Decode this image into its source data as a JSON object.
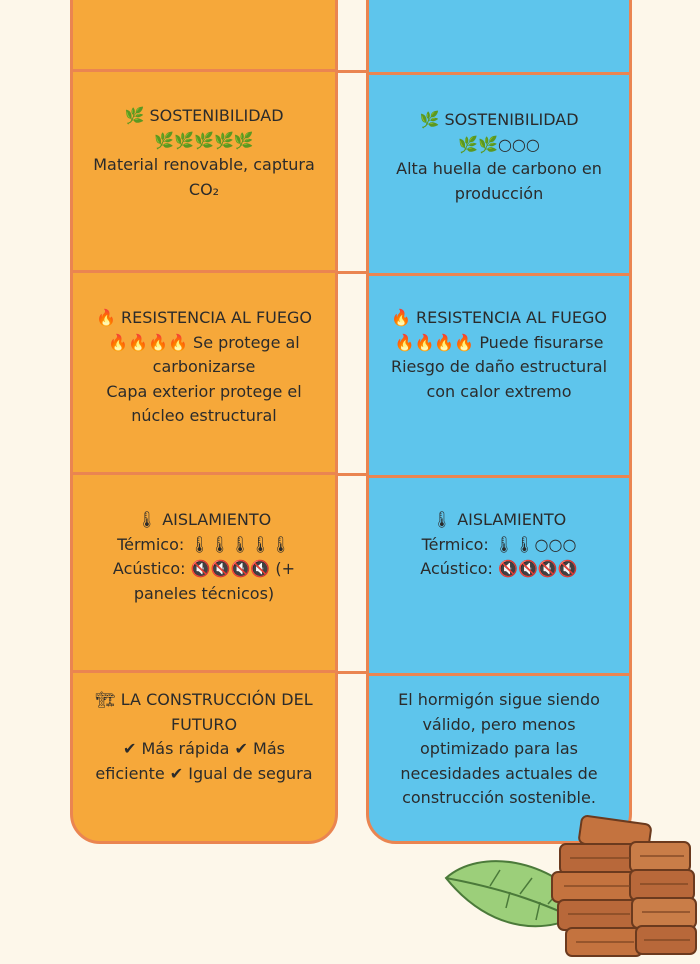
{
  "left": {
    "sostenibilidad": {
      "icon": "🌿",
      "title": "SOSTENIBILIDAD",
      "rating": "🌿🌿🌿🌿🌿",
      "text": "Material renovable, captura CO₂"
    },
    "fuego": {
      "icon": "🔥",
      "title": "RESISTENCIA AL FUEGO",
      "rating": "🔥🔥🔥🔥",
      "rating_text": "Se protege al carbonizarse",
      "text": "Capa exterior protege el núcleo estructural"
    },
    "aislamiento": {
      "icon": "🌡",
      "title": "AISLAMIENTO",
      "termico_label": "Térmico:",
      "termico_rating": "🌡🌡🌡🌡🌡",
      "acustico_label": "Acústico:",
      "acustico_rating": "🔇🔇🔇🔇",
      "acustico_text": "(+ paneles técnicos)"
    },
    "futuro": {
      "icon": "🏗",
      "title": "LA CONSTRUCCIÓN DEL FUTURO",
      "text": "✔ Más rápida ✔ Más eficiente ✔ Igual de segura"
    }
  },
  "right": {
    "sostenibilidad": {
      "icon": "🌿",
      "title": "SOSTENIBILIDAD",
      "rating": "🌿🌿○○○",
      "text": "Alta huella de carbono en producción"
    },
    "fuego": {
      "icon": "🔥",
      "title": "RESISTENCIA AL FUEGO",
      "rating": "🔥🔥🔥🔥",
      "rating_text": "Puede fisurarse",
      "text": "Riesgo de daño estructural con calor extremo"
    },
    "aislamiento": {
      "icon": "🌡",
      "title": "AISLAMIENTO",
      "termico_label": "Térmico:",
      "termico_rating": "🌡🌡○○○",
      "acustico_label": "Acústico:",
      "acustico_rating": "🔇🔇🔇🔇"
    },
    "futuro": {
      "text": "El hormigón sigue siendo válido, pero menos optimizado para las necesidades actuales de construcción sostenible."
    }
  },
  "colors": {
    "background": "#fdf7ea",
    "wood_column": "#f6a83a",
    "concrete_column": "#5ec5ec",
    "border": "#ea8551"
  }
}
